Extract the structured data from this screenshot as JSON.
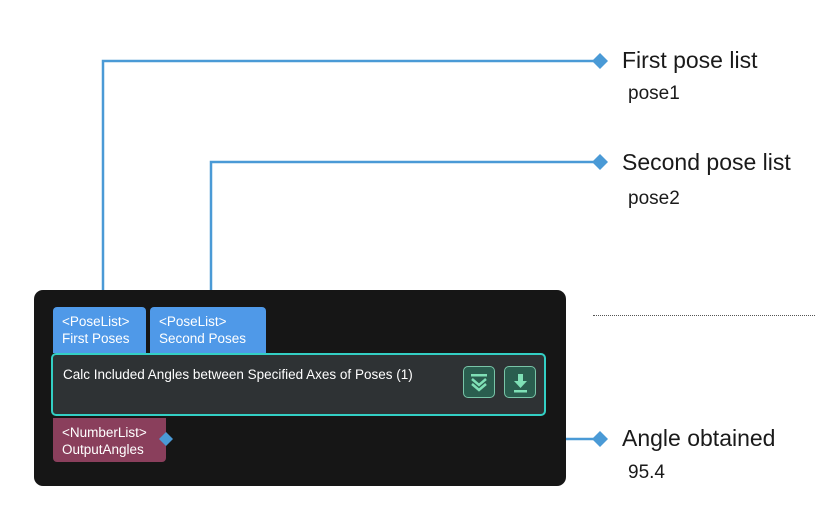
{
  "callouts": {
    "first_pose": {
      "title": "First pose list",
      "value": "pose1"
    },
    "second_pose": {
      "title": "Second pose list",
      "value": "pose2"
    },
    "angle": {
      "title": "Angle obtained",
      "value": "95.4"
    }
  },
  "step": {
    "title": "Calc Included Angles between Specified Axes of Poses (1)",
    "inputs": [
      {
        "type": "<PoseList>",
        "label": "First Poses"
      },
      {
        "type": "<PoseList>",
        "label": "Second Poses"
      }
    ],
    "outputs": [
      {
        "type": "<NumberList>",
        "label": "OutputAngles"
      }
    ],
    "buttons": {
      "expand": "double-chevron-down-icon",
      "run": "download-arrow-icon"
    }
  },
  "colors": {
    "connector": "#4a9ad6",
    "panel": "#161616",
    "input_port": "#4f99e8",
    "output_port": "#8a3f5c",
    "step_border": "#33cfc4",
    "step_body": "#2e3234",
    "button_bg": "#2a5e4f"
  }
}
